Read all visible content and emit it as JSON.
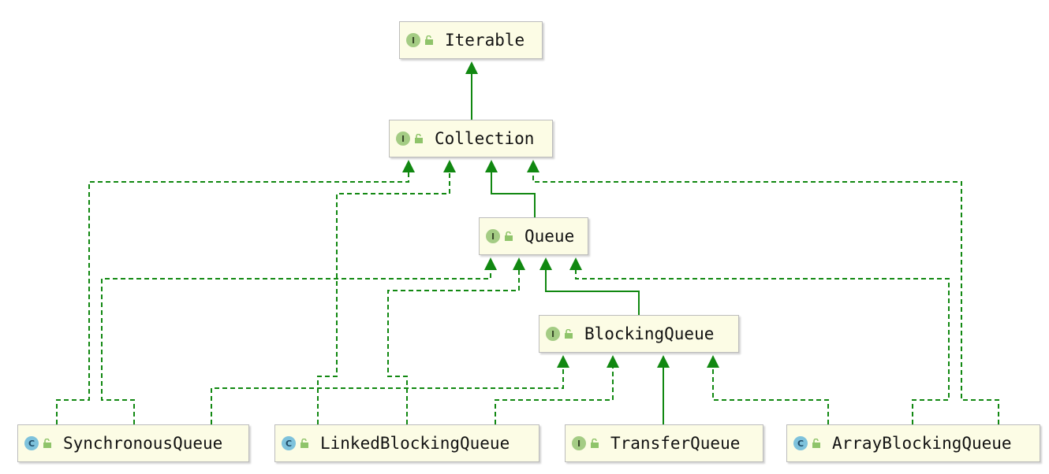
{
  "colors": {
    "edge": "#118811",
    "node_bg": "#fcfce5",
    "node_border": "#bcbcbc",
    "interface_badge": "#a4cc84",
    "class_badge": "#7ec2dc"
  },
  "nodes": [
    {
      "id": "iterable",
      "label": "Iterable",
      "kind": "interface",
      "badge": "I",
      "icon": "interface-icon"
    },
    {
      "id": "collection",
      "label": "Collection",
      "kind": "interface",
      "badge": "I",
      "icon": "interface-icon"
    },
    {
      "id": "queue",
      "label": "Queue",
      "kind": "interface",
      "badge": "I",
      "icon": "interface-icon"
    },
    {
      "id": "blockingqueue",
      "label": "BlockingQueue",
      "kind": "interface",
      "badge": "I",
      "icon": "interface-icon"
    },
    {
      "id": "synchronousqueue",
      "label": "SynchronousQueue",
      "kind": "class",
      "badge": "C",
      "icon": "class-icon"
    },
    {
      "id": "linkedblockingqueue",
      "label": "LinkedBlockingQueue",
      "kind": "class",
      "badge": "C",
      "icon": "class-icon"
    },
    {
      "id": "transferqueue",
      "label": "TransferQueue",
      "kind": "interface",
      "badge": "I",
      "icon": "interface-icon"
    },
    {
      "id": "arrayblockingqueue",
      "label": "ArrayBlockingQueue",
      "kind": "class",
      "badge": "C",
      "icon": "class-icon"
    }
  ],
  "edges": [
    {
      "from": "collection",
      "to": "iterable",
      "type": "extends"
    },
    {
      "from": "queue",
      "to": "collection",
      "type": "extends"
    },
    {
      "from": "blockingqueue",
      "to": "queue",
      "type": "extends"
    },
    {
      "from": "transferqueue",
      "to": "blockingqueue",
      "type": "extends"
    },
    {
      "from": "synchronousqueue",
      "to": "collection",
      "type": "implements"
    },
    {
      "from": "synchronousqueue",
      "to": "queue",
      "type": "implements"
    },
    {
      "from": "synchronousqueue",
      "to": "blockingqueue",
      "type": "implements"
    },
    {
      "from": "linkedblockingqueue",
      "to": "collection",
      "type": "implements"
    },
    {
      "from": "linkedblockingqueue",
      "to": "queue",
      "type": "implements"
    },
    {
      "from": "linkedblockingqueue",
      "to": "blockingqueue",
      "type": "implements"
    },
    {
      "from": "arrayblockingqueue",
      "to": "collection",
      "type": "implements"
    },
    {
      "from": "arrayblockingqueue",
      "to": "queue",
      "type": "implements"
    },
    {
      "from": "arrayblockingqueue",
      "to": "blockingqueue",
      "type": "implements"
    }
  ]
}
